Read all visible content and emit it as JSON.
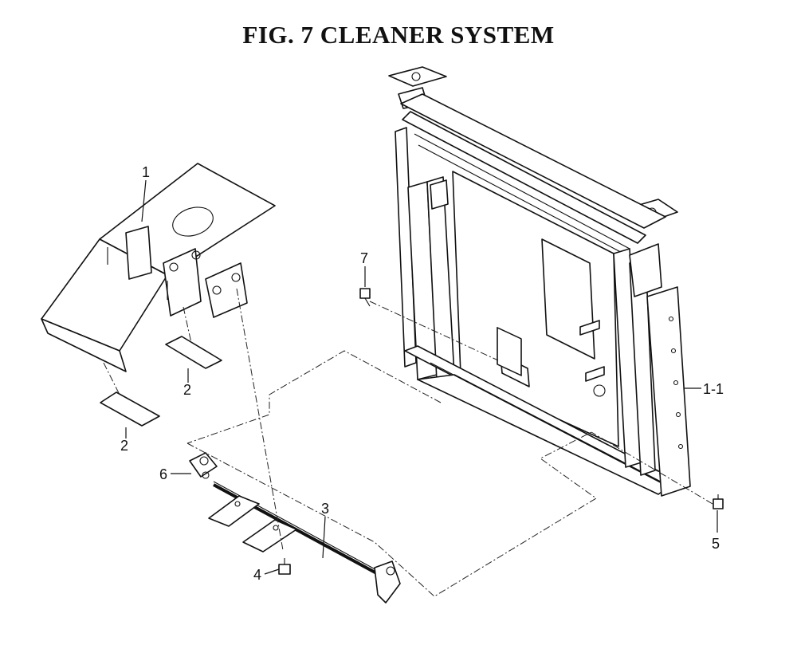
{
  "title": "FIG.  7  CLEANER SYSTEM",
  "callouts": {
    "c1": "1",
    "c2a": "2",
    "c2b": "2",
    "c3": "3",
    "c4": "4",
    "c5": "5",
    "c6": "6",
    "c7": "7",
    "c1_1": "1-1"
  }
}
